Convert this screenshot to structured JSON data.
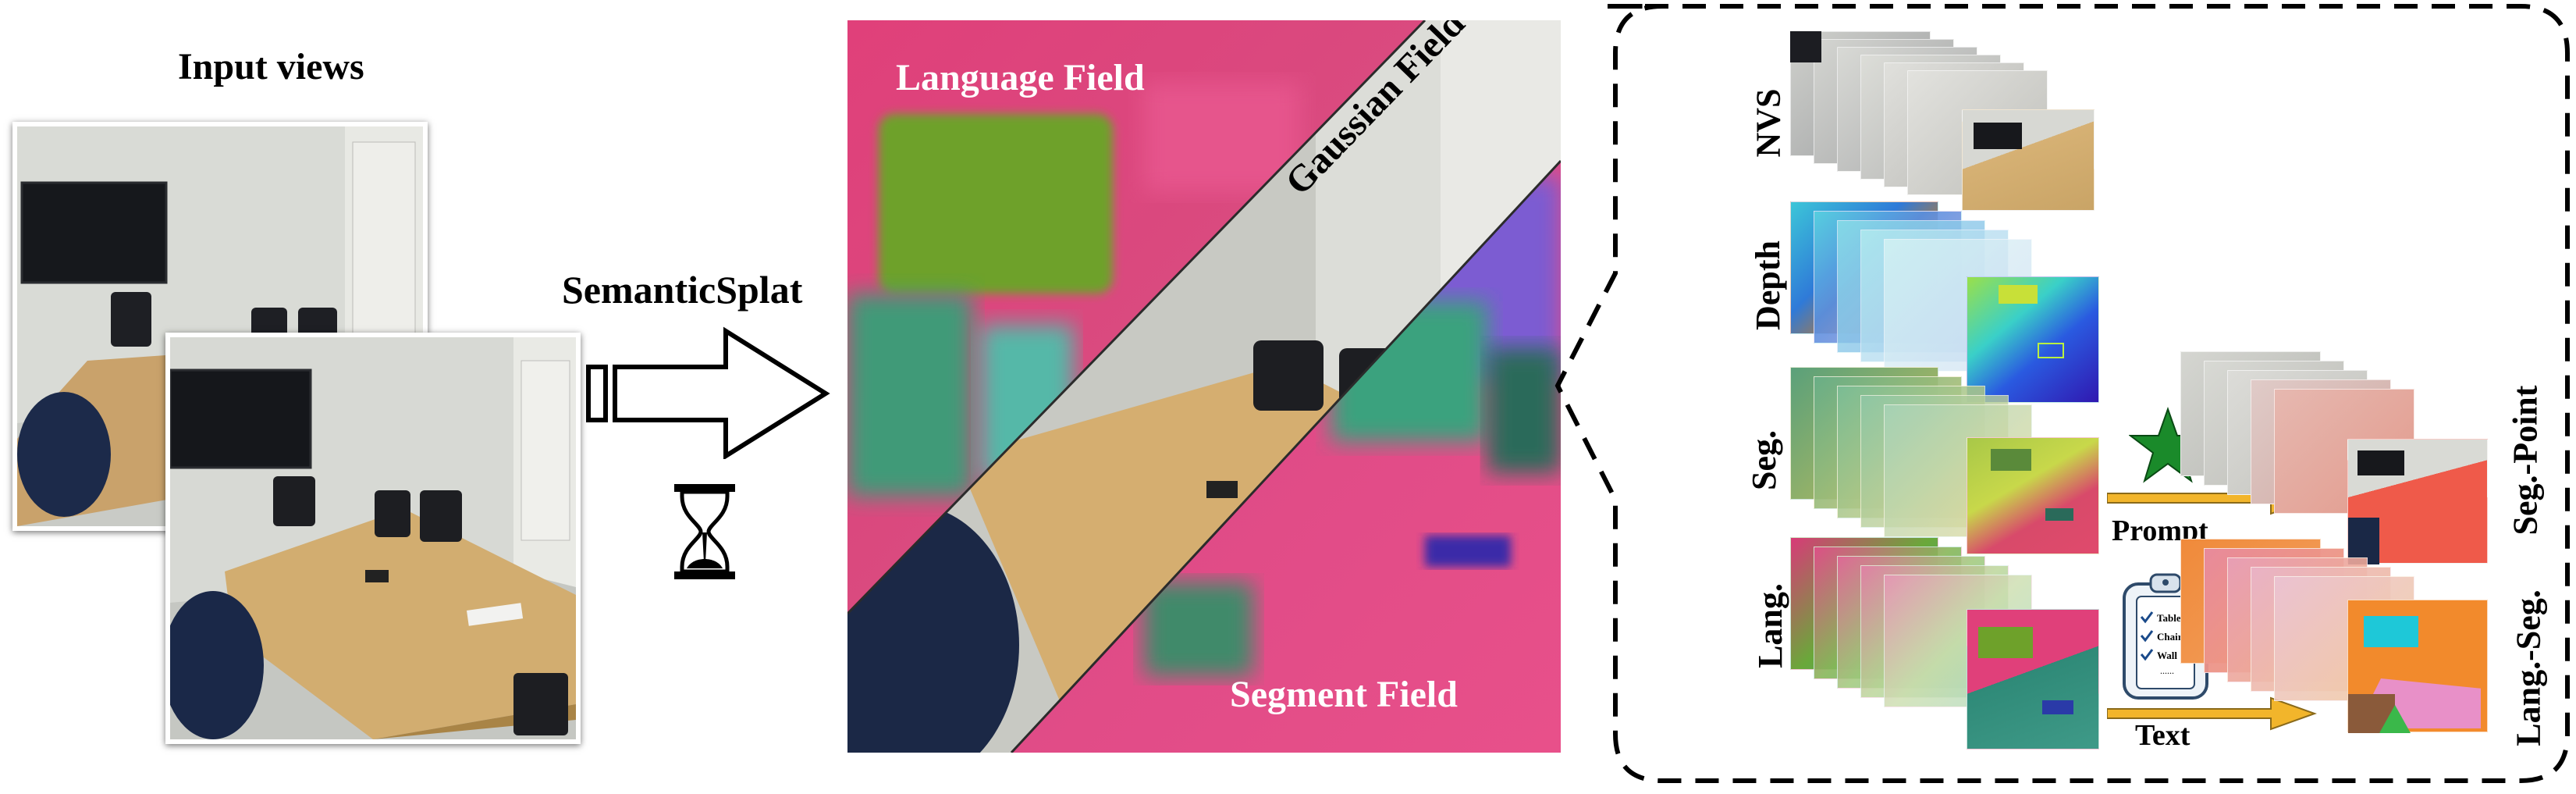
{
  "input": {
    "title": "Input views"
  },
  "method": {
    "name": "SemanticSplat"
  },
  "fields": {
    "language": "Language Field",
    "gaussian": "Gaussian Field",
    "segment": "Segment Field"
  },
  "outputs": {
    "rows": [
      "NVS",
      "Depth",
      "Seg.",
      "Lang."
    ],
    "right_rows": [
      "Seg.-Point",
      "Lang.-Seg."
    ],
    "prompt_label": "Prompt",
    "text_label": "Text",
    "checklist": [
      "Table",
      "Chair",
      "Wall",
      "......"
    ]
  },
  "icons": {
    "arrow": "hollow-right-arrow-icon",
    "hourglass": "hourglass-icon",
    "star": "star-icon",
    "clipboard": "clipboard-checklist-icon"
  },
  "colors": {
    "language_bg": "#e23a78",
    "language_box": "#7aa628",
    "segment_bg": "#e04c86",
    "arrow_yellow": "#f2b52b",
    "star_green": "#1a8a2a",
    "seg_point_red": "#ef5a4a",
    "lang_seg_orange": "#f28a2c"
  }
}
